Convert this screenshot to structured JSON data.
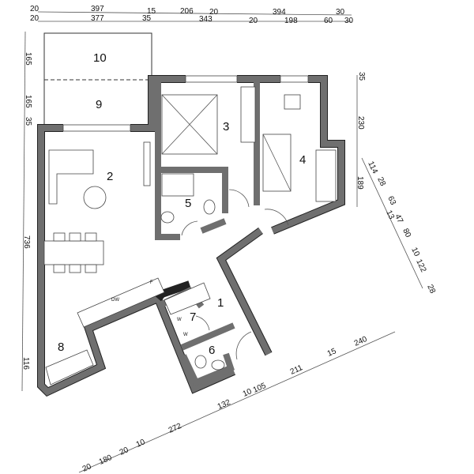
{
  "rooms": [
    "1",
    "2",
    "3",
    "4",
    "5",
    "6",
    "7",
    "8",
    "9",
    "10"
  ],
  "appliances": {
    "dishwasher": "DW",
    "fridge": "F",
    "washer1": "W",
    "washer2": "W"
  },
  "dimensions": {
    "top_row1": [
      "20",
      "397",
      "15",
      "206",
      "20",
      "394",
      "30"
    ],
    "top_row2": [
      "20",
      "377",
      "35",
      "343",
      "20",
      "198",
      "60",
      "30"
    ],
    "left": [
      "165",
      "165",
      "35",
      "736",
      "116"
    ],
    "right_vertical": [
      "35",
      "230",
      "189"
    ],
    "right_diagonal": [
      "114",
      "28",
      "63",
      "13",
      "47",
      "80",
      "10",
      "122",
      "28"
    ],
    "bottom": [
      "20",
      "180",
      "20",
      "10",
      "272",
      "132",
      "10",
      "105",
      "211",
      "15",
      "240"
    ]
  },
  "colors": {
    "wall": "#6f6f6f",
    "line": "#333333"
  }
}
